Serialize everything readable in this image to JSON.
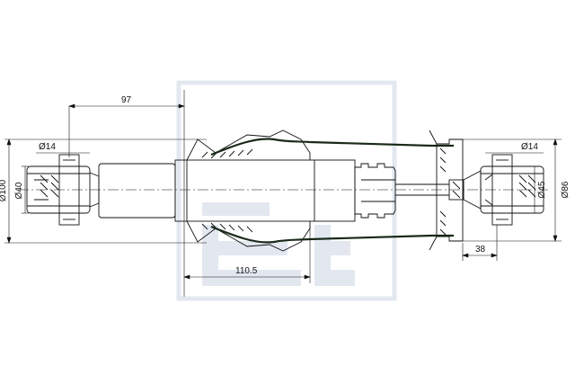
{
  "dimensions": {
    "left_eye_width_label": "97",
    "left_bore_label": "Ø14",
    "left_outer_label": "Ø100",
    "left_eye_label": "Ø40",
    "bellows_length_label": "110.5",
    "right_bore_label": "Ø14",
    "right_eye_label": "Ø45",
    "right_outer_label": "Ø86",
    "right_offset_label": "38"
  },
  "colors": {
    "line": "#111111",
    "watermark": "#e3e8f0",
    "spring": "#1a2a1a"
  }
}
